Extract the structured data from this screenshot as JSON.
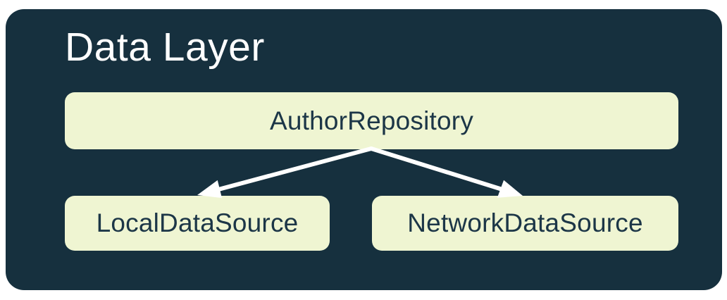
{
  "diagram": {
    "title": "Data Layer",
    "nodes": [
      {
        "id": "author-repository",
        "label": "AuthorRepository"
      },
      {
        "id": "local-data-source",
        "label": "LocalDataSource"
      },
      {
        "id": "network-data-source",
        "label": "NetworkDataSource"
      }
    ],
    "edges": [
      {
        "from": "AuthorRepository",
        "to": "LocalDataSource"
      },
      {
        "from": "AuthorRepository",
        "to": "NetworkDataSource"
      }
    ],
    "colors": {
      "canvas_bg": "#FFFFFF",
      "container_bg": "#16303E",
      "node_bg": "#EFF5D2",
      "node_text": "#1C3647",
      "title_text": "#FFFFFF",
      "arrow": "#FFFFFF"
    }
  }
}
